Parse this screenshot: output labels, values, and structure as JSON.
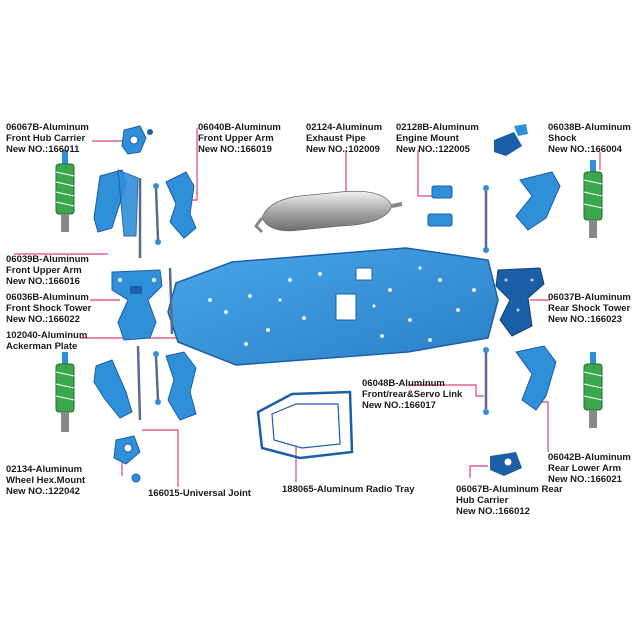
{
  "colors": {
    "part_blue": "#2f8fd8",
    "part_dark": "#1a5fa8",
    "leader": "#e0407a",
    "label_text": "#1a1a1a",
    "shock_green": "#3aa84a",
    "pipe_silver": "#b8b8b8"
  },
  "labels": {
    "front_hub_carrier": {
      "line1": "06067B-Aluminum",
      "line2": "Front Hub Carrier",
      "line3": "New NO.:166011"
    },
    "front_upper_arm_top": {
      "line1": "06040B-Aluminum",
      "line2": "Front Upper Arm",
      "line3": "New NO.:166019"
    },
    "exhaust_pipe": {
      "line1": "02124-Aluminum",
      "line2": "Exhaust Pipe",
      "line3": "New NO.:102009"
    },
    "engine_mount": {
      "line1": "02128B-Aluminum",
      "line2": "Engine Mount",
      "line3": "New NO.:122005"
    },
    "shock": {
      "line1": "06038B-Aluminum",
      "line2": "Shock",
      "line3": "New NO.:166004"
    },
    "front_upper_arm_left": {
      "line1": "06039B-Aluminum",
      "line2": "Front Upper Arm",
      "line3": "New NO.:166016"
    },
    "front_shock_tower": {
      "line1": "06036B-Aluminum",
      "line2": "Front Shock Tower",
      "line3": "New NO.:166022"
    },
    "ackerman_plate": {
      "line1": "102040-Aluminum",
      "line2": "Ackerman Plate"
    },
    "rear_shock_tower": {
      "line1": "06037B-Aluminum",
      "line2": "Rear Shock Tower",
      "line3": "New NO.:166023"
    },
    "servo_link": {
      "line1": "06048B-Aluminum",
      "line2": "Front/rear&Servo Link",
      "line3": "New NO.:166017"
    },
    "rear_lower_arm": {
      "line1": "06042B-Aluminum",
      "line2": "Rear Lower Arm",
      "line3": "New NO.:166021"
    },
    "wheel_hex_mount": {
      "line1": "02134-Aluminum",
      "line2": "Wheel Hex.Mount",
      "line3": "New NO.:122042"
    },
    "universal_joint": {
      "line1": "166015-Universal Joint"
    },
    "radio_tray": {
      "line1": "188065-Aluminum Radio Tray"
    },
    "rear_hub_carrier": {
      "line1": "06067B-Aluminum Rear",
      "line2": "Hub Carrier",
      "line3": "New NO.:166012"
    }
  }
}
